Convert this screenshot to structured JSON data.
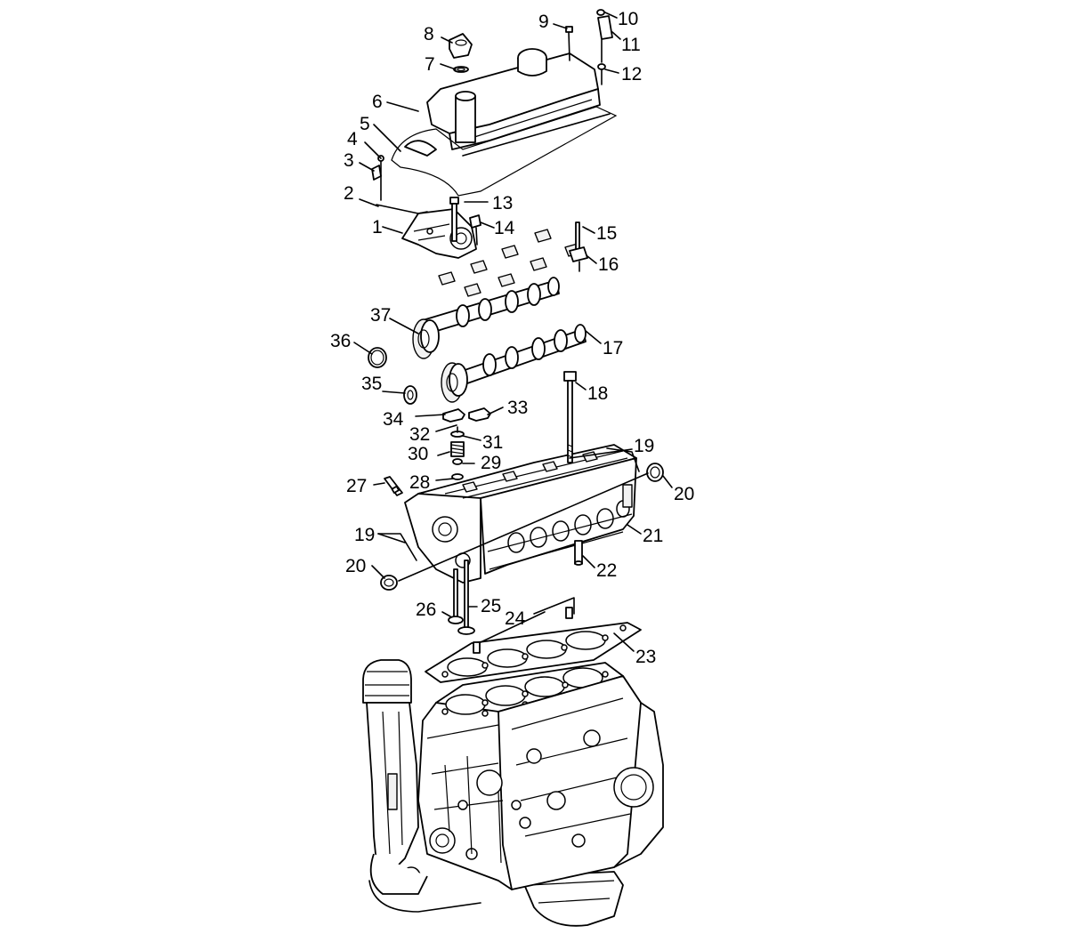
{
  "callouts": [
    "1",
    "2",
    "3",
    "4",
    "5",
    "6",
    "7",
    "8",
    "9",
    "10",
    "11",
    "12",
    "13",
    "14",
    "15",
    "16",
    "17",
    "18",
    "19",
    "19",
    "20",
    "20",
    "21",
    "22",
    "23",
    "24",
    "25",
    "26",
    "27",
    "28",
    "29",
    "30",
    "31",
    "32",
    "33",
    "34",
    "35",
    "36",
    "37"
  ]
}
